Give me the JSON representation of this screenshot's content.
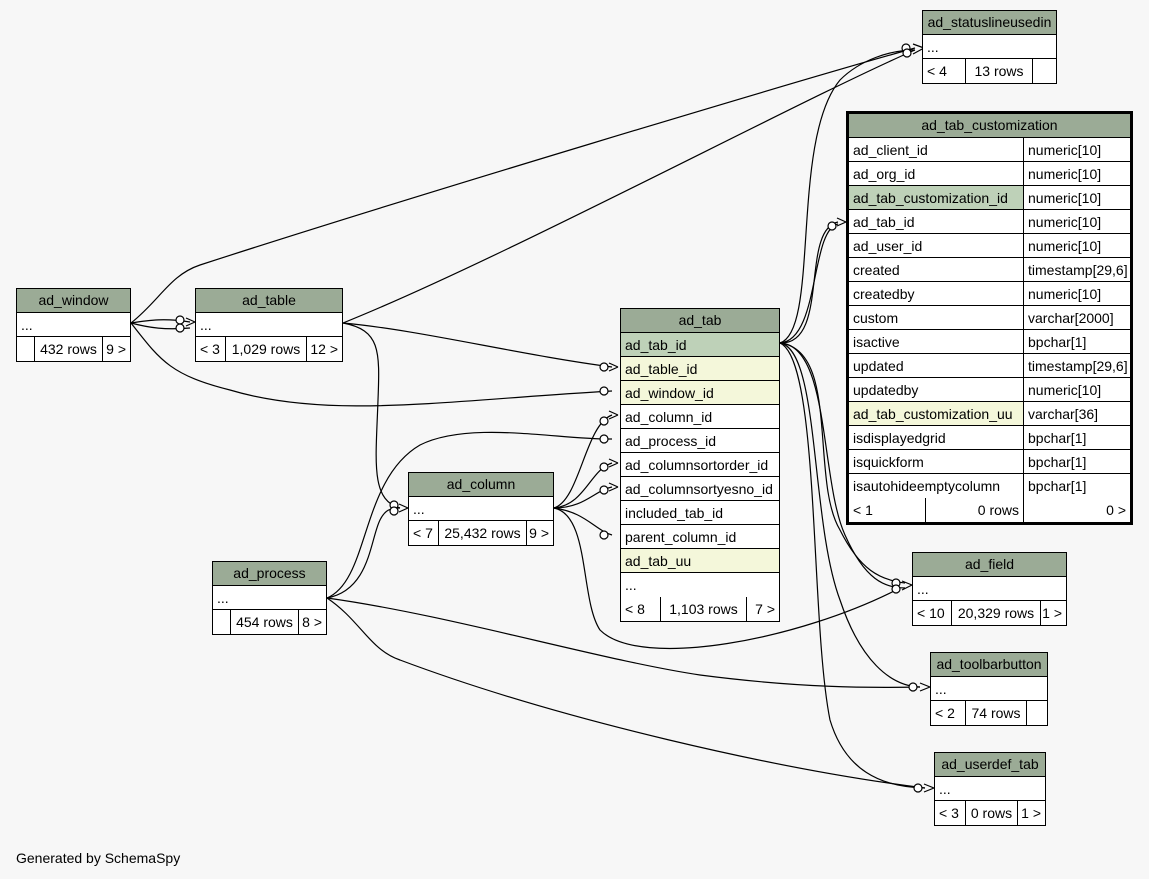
{
  "footer": "Generated by SchemaSpy",
  "tables": {
    "ad_statuslineusedin": {
      "name": "ad_statuslineusedin",
      "body": "...",
      "parents": "< 4",
      "rows": "13 rows",
      "children": ""
    },
    "ad_window": {
      "name": "ad_window",
      "body": "...",
      "parents": "",
      "rows": "432 rows",
      "children": "9 >"
    },
    "ad_table": {
      "name": "ad_table",
      "body": "...",
      "parents": "< 3",
      "rows": "1,029 rows",
      "children": "12 >"
    },
    "ad_column": {
      "name": "ad_column",
      "body": "...",
      "parents": "< 7",
      "rows": "25,432 rows",
      "children": "9 >"
    },
    "ad_process": {
      "name": "ad_process",
      "body": "...",
      "parents": "",
      "rows": "454 rows",
      "children": "8 >"
    },
    "ad_field": {
      "name": "ad_field",
      "body": "...",
      "parents": "< 10",
      "rows": "20,329 rows",
      "children": "1 >"
    },
    "ad_toolbarbutton": {
      "name": "ad_toolbarbutton",
      "body": "...",
      "parents": "< 2",
      "rows": "74 rows",
      "children": ""
    },
    "ad_userdef_tab": {
      "name": "ad_userdef_tab",
      "body": "...",
      "parents": "< 3",
      "rows": "0 rows",
      "children": "1 >"
    },
    "ad_tab": {
      "name": "ad_tab",
      "columns": [
        "ad_tab_id",
        "ad_table_id",
        "ad_window_id",
        "ad_column_id",
        "ad_process_id",
        "ad_columnsortorder_id",
        "ad_columnsortyesno_id",
        "included_tab_id",
        "parent_column_id",
        "ad_tab_uu",
        "..."
      ],
      "parents": "< 8",
      "rows": "1,103 rows",
      "children": "7 >"
    },
    "ad_tab_customization": {
      "name": "ad_tab_customization",
      "columns": [
        {
          "name": "ad_client_id",
          "type": "numeric[10]"
        },
        {
          "name": "ad_org_id",
          "type": "numeric[10]"
        },
        {
          "name": "ad_tab_customization_id",
          "type": "numeric[10]"
        },
        {
          "name": "ad_tab_id",
          "type": "numeric[10]"
        },
        {
          "name": "ad_user_id",
          "type": "numeric[10]"
        },
        {
          "name": "created",
          "type": "timestamp[29,6]"
        },
        {
          "name": "createdby",
          "type": "numeric[10]"
        },
        {
          "name": "custom",
          "type": "varchar[2000]"
        },
        {
          "name": "isactive",
          "type": "bpchar[1]"
        },
        {
          "name": "updated",
          "type": "timestamp[29,6]"
        },
        {
          "name": "updatedby",
          "type": "numeric[10]"
        },
        {
          "name": "ad_tab_customization_uu",
          "type": "varchar[36]"
        },
        {
          "name": "isdisplayedgrid",
          "type": "bpchar[1]"
        },
        {
          "name": "isquickform",
          "type": "bpchar[1]"
        },
        {
          "name": "isautohideemptycolumn",
          "type": "bpchar[1]"
        }
      ],
      "parents": "< 1",
      "rows": "0 rows",
      "children": "0 >"
    }
  }
}
